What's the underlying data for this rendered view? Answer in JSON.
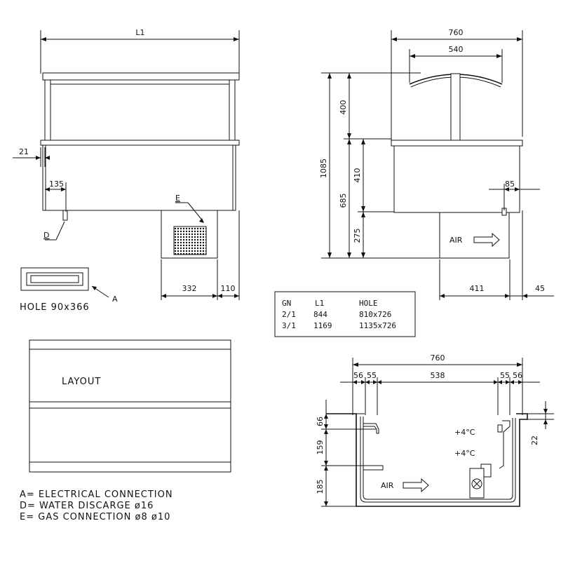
{
  "front_view": {
    "width_label": "L1",
    "dim_21": "21",
    "dim_135": "135",
    "dim_332": "332",
    "dim_110": "110",
    "label_d": "D",
    "label_e": "E"
  },
  "hole_detail": {
    "label_a": "A",
    "caption": "HOLE 90x366"
  },
  "side_view": {
    "dim_760": "760",
    "dim_540": "540",
    "dim_1085": "1085",
    "dim_400": "400",
    "dim_685": "685",
    "dim_410": "410",
    "dim_275": "275",
    "dim_85": "85",
    "dim_411": "411",
    "dim_45": "45",
    "air_label": "AIR"
  },
  "table": {
    "headers": [
      "GN",
      "L1",
      "HOLE"
    ],
    "rows": [
      [
        "2/1",
        "844",
        "810x726"
      ],
      [
        "3/1",
        "1169",
        "1135x726"
      ]
    ]
  },
  "layout_view": {
    "label": "LAYOUT"
  },
  "section_view": {
    "dim_760": "760",
    "dim_56_left": "56",
    "dim_55_left": "55",
    "dim_538": "538",
    "dim_55_right": "55",
    "dim_56_right": "56",
    "dim_66": "66",
    "dim_159": "159",
    "dim_185": "185",
    "dim_22": "22",
    "temp_1": "+4°C",
    "temp_2": "+4°C",
    "air_label": "AIR"
  },
  "legend": {
    "a": "A= ELECTRICAL CONNECTION",
    "d": "D= WATER DISCARGE ø16",
    "e": "E= GAS CONNECTION ø8 ø10"
  }
}
